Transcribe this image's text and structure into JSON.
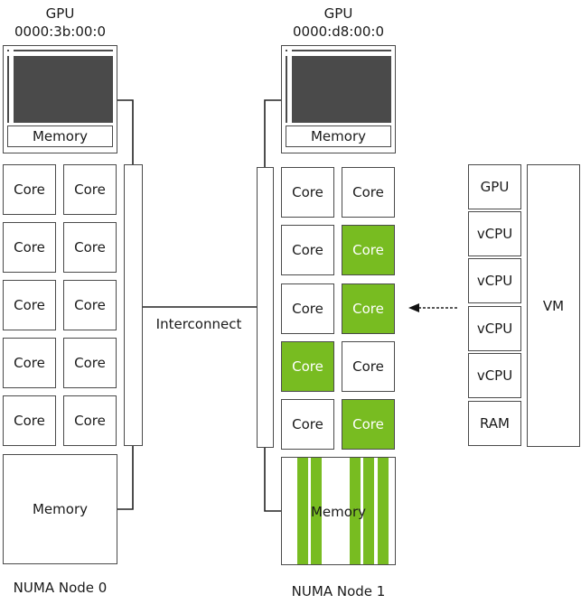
{
  "colors": {
    "accent": "#78bc21",
    "stroke": "#4a4a4a"
  },
  "node0": {
    "gpu": {
      "title": "GPU",
      "address": "0000:3b:00:0",
      "memory_label": "Memory"
    },
    "cores": [
      {
        "label": "Core",
        "active": false
      },
      {
        "label": "Core",
        "active": false
      },
      {
        "label": "Core",
        "active": false
      },
      {
        "label": "Core",
        "active": false
      },
      {
        "label": "Core",
        "active": false
      },
      {
        "label": "Core",
        "active": false
      },
      {
        "label": "Core",
        "active": false
      },
      {
        "label": "Core",
        "active": false
      },
      {
        "label": "Core",
        "active": false
      },
      {
        "label": "Core",
        "active": false
      }
    ],
    "memory_label": "Memory",
    "node_label": "NUMA Node 0"
  },
  "node1": {
    "gpu": {
      "title": "GPU",
      "address": "0000:d8:00:0",
      "memory_label": "Memory"
    },
    "cores": [
      {
        "label": "Core",
        "active": false
      },
      {
        "label": "Core",
        "active": false
      },
      {
        "label": "Core",
        "active": false
      },
      {
        "label": "Core",
        "active": true
      },
      {
        "label": "Core",
        "active": false
      },
      {
        "label": "Core",
        "active": true
      },
      {
        "label": "Core",
        "active": true
      },
      {
        "label": "Core",
        "active": false
      },
      {
        "label": "Core",
        "active": false
      },
      {
        "label": "Core",
        "active": true
      }
    ],
    "memory_label": "Memory",
    "memory_allocated_stripes": 5,
    "node_label": "NUMA Node 1"
  },
  "interconnect_label": "Interconnect",
  "vm": {
    "label": "VM",
    "resources": [
      "GPU",
      "vCPU",
      "vCPU",
      "vCPU",
      "vCPU",
      "RAM"
    ]
  }
}
